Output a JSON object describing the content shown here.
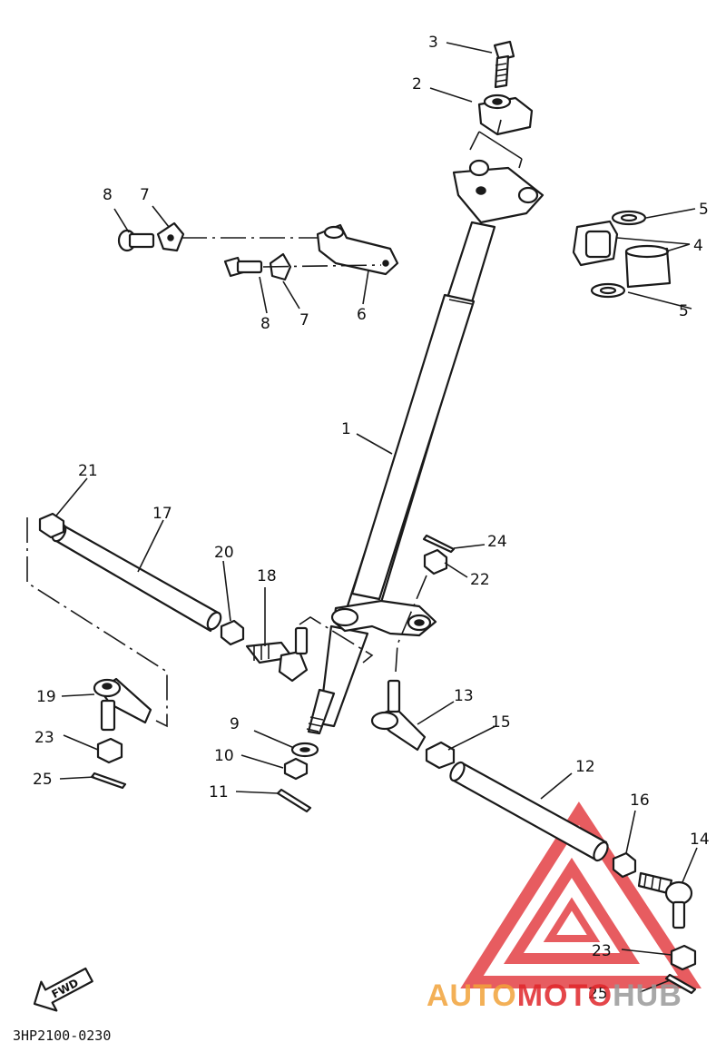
{
  "callouts": {
    "c1": "1",
    "c2": "2",
    "c3": "3",
    "c4": "4",
    "c5a": "5",
    "c5b": "5",
    "c6": "6",
    "c7a": "7",
    "c7b": "7",
    "c8a": "8",
    "c8b": "8",
    "c9": "9",
    "c10": "10",
    "c11": "11",
    "c12": "12",
    "c13": "13",
    "c14": "14",
    "c15": "15",
    "c16": "16",
    "c17": "17",
    "c18": "18",
    "c19": "19",
    "c20": "20",
    "c21": "21",
    "c22": "22",
    "c23a": "23",
    "c23b": "23",
    "c24": "24",
    "c25a": "25",
    "c25b": "25"
  },
  "fwd_label": "FWD",
  "diagram_code": "3HP2100-0230",
  "watermark": {
    "auto": "AUTO",
    "moto": "MOTO",
    "hub": "HUB"
  },
  "colors": {
    "line": "#1a1a1a",
    "watermark_red": "#e0262b",
    "watermark_orange": "#f2a33a",
    "watermark_grey": "#9a9a9a"
  }
}
